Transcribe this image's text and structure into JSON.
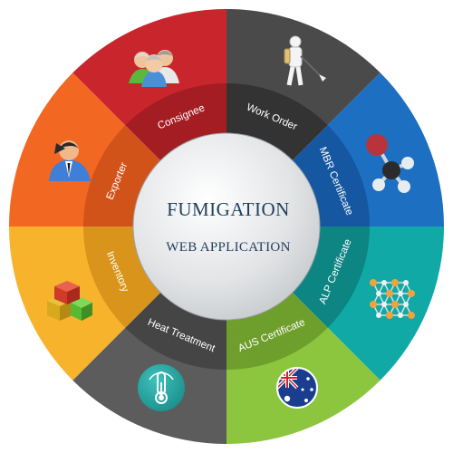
{
  "center": {
    "title": "FUMIGATION",
    "subtitle": "WEB APPLICATION"
  },
  "segments": [
    {
      "label": "Work Order",
      "color": "#4a4a4a",
      "ring": "#333333",
      "icon": "sprayer-worker-icon"
    },
    {
      "label": "MBR Certificate",
      "color": "#1d6fc2",
      "ring": "#1557a0",
      "icon": "molecule-icon"
    },
    {
      "label": "ALP Certificate",
      "color": "#10a9a6",
      "ring": "#0c8583",
      "icon": "crystal-lattice-icon"
    },
    {
      "label": "AUS Certificate",
      "color": "#8cc63f",
      "ring": "#6e9f2c",
      "icon": "australia-flag-icon"
    },
    {
      "label": "Heat Treatment",
      "color": "#5c5c5c",
      "ring": "#454545",
      "icon": "thermometer-icon"
    },
    {
      "label": "Inventory",
      "color": "#f7b32b",
      "ring": "#d9951b",
      "icon": "boxes-icon"
    },
    {
      "label": "Exporter",
      "color": "#f26722",
      "ring": "#d2531a",
      "icon": "businessman-icon"
    },
    {
      "label": "Consignee",
      "color": "#c9252c",
      "ring": "#a41d23",
      "icon": "people-group-icon"
    }
  ]
}
